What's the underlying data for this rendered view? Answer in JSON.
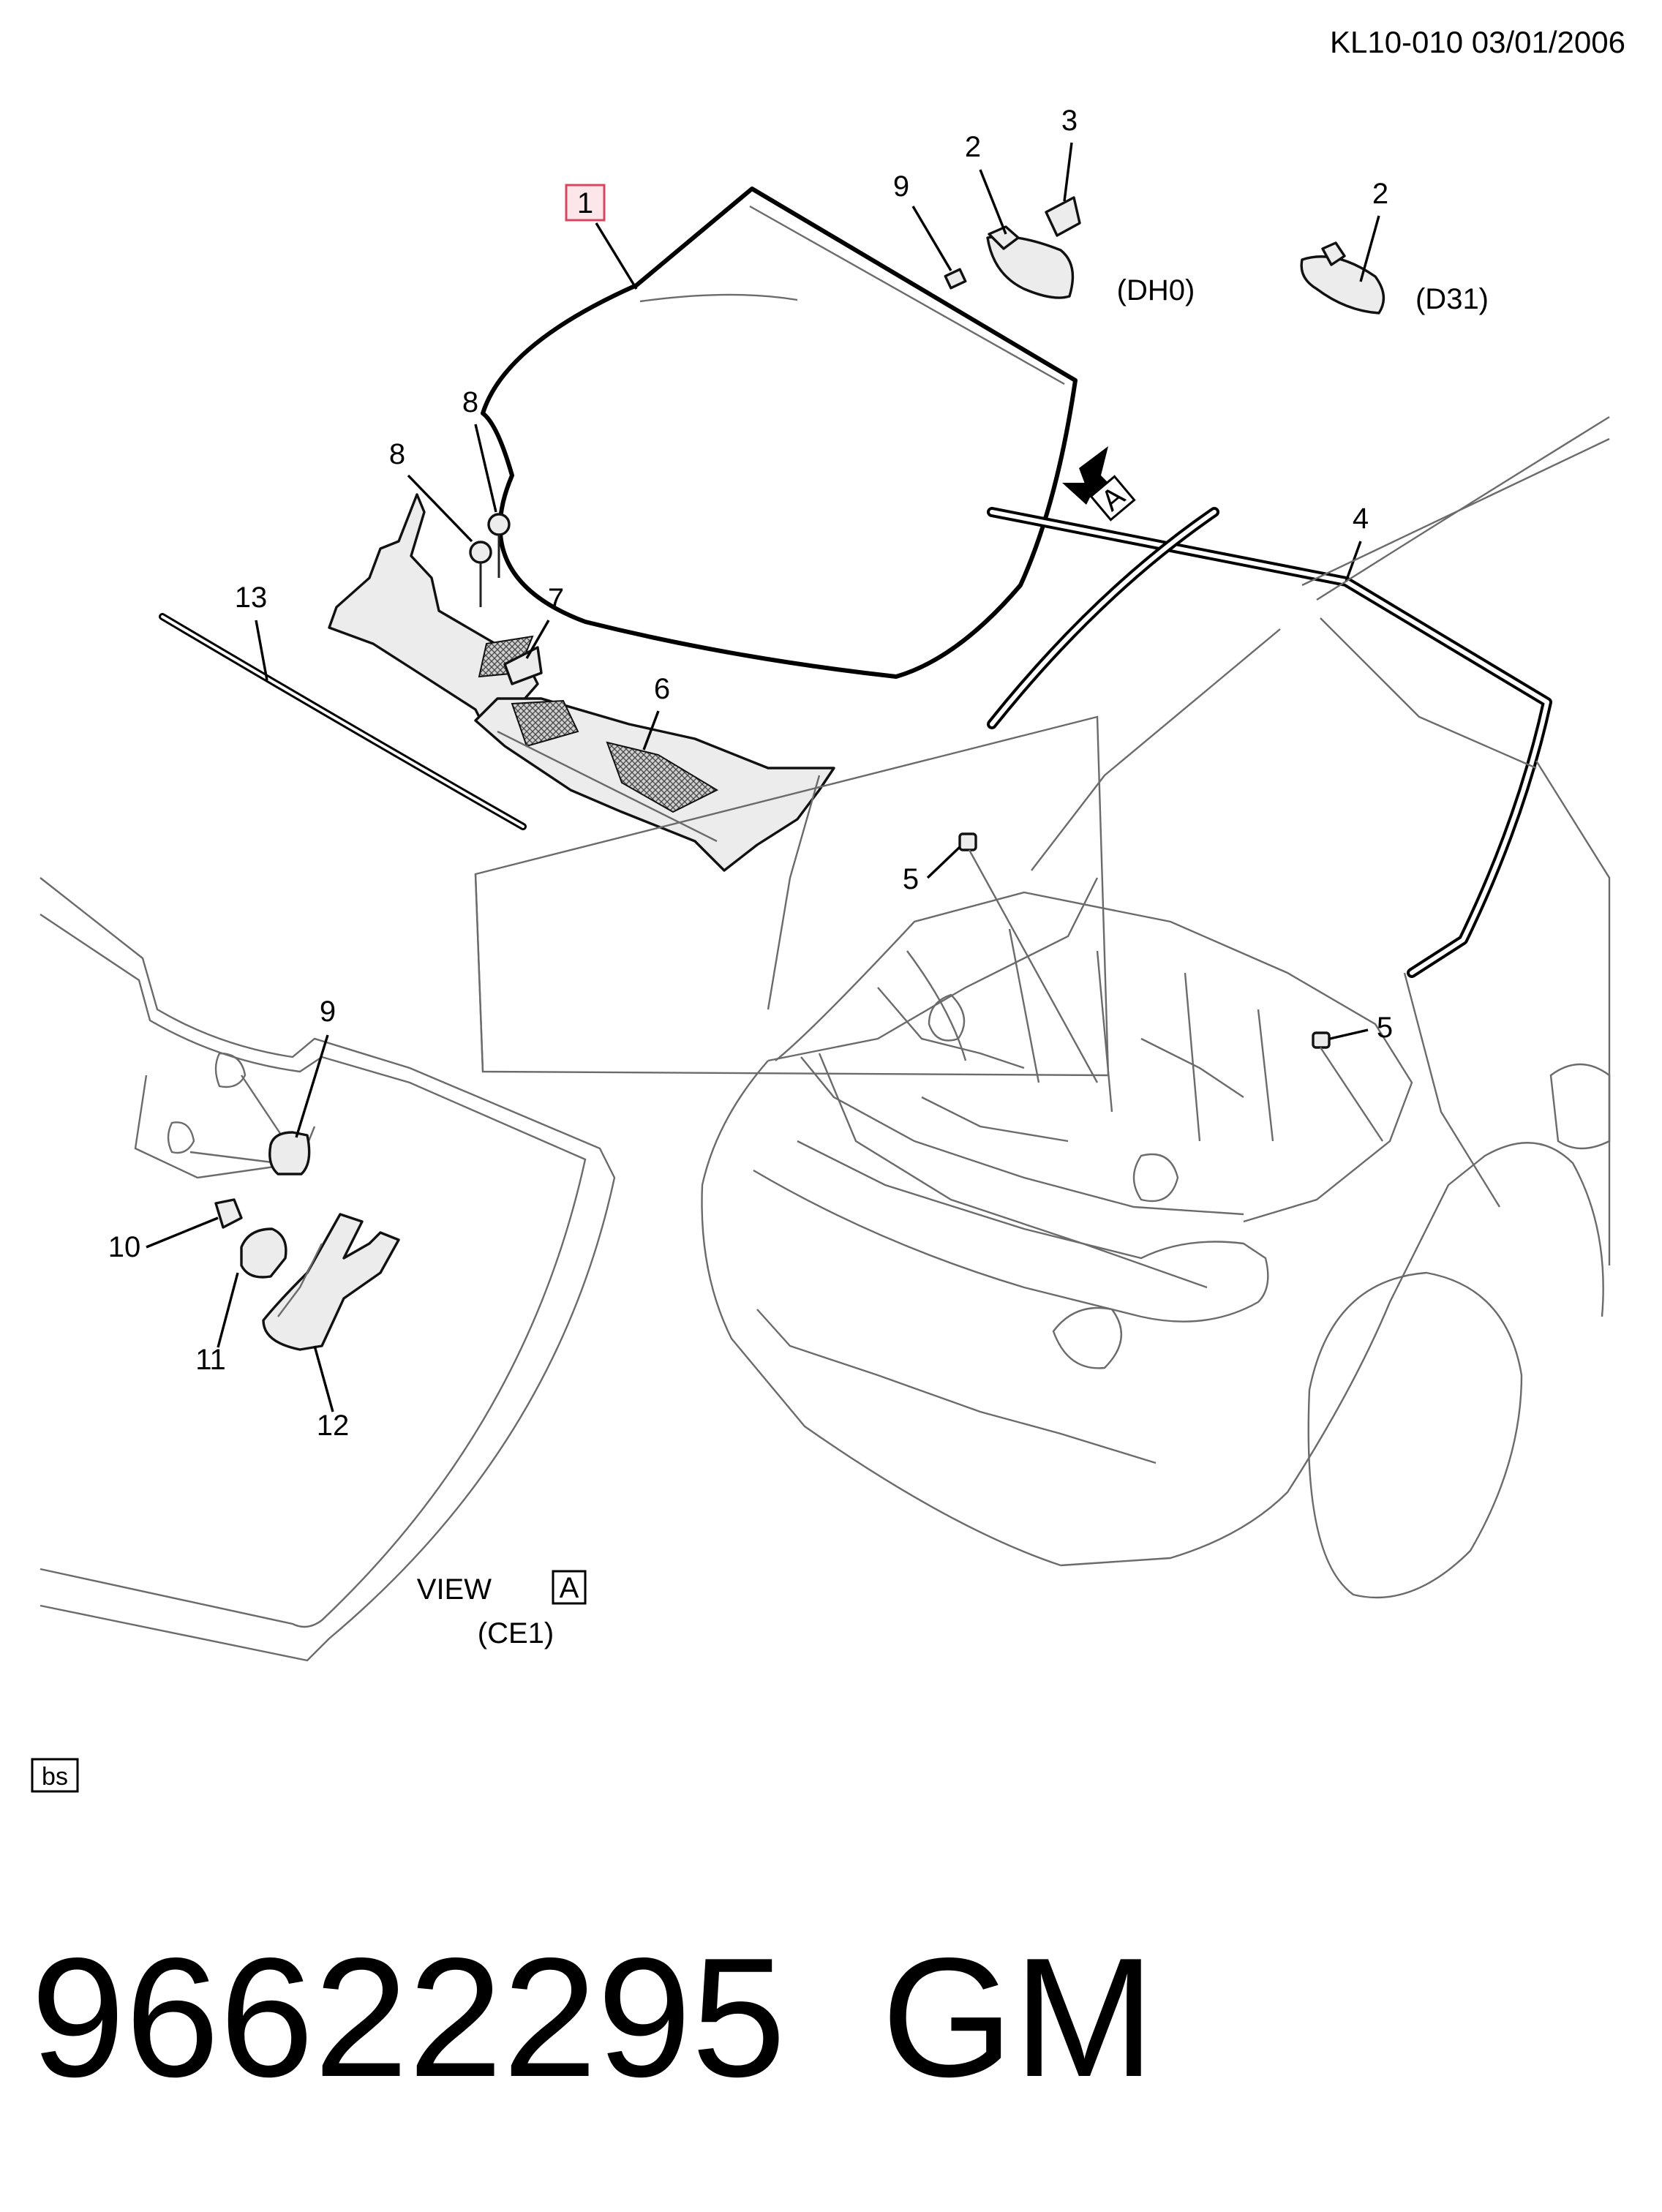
{
  "header": {
    "ref": "KL10-010  03/01/2006"
  },
  "callouts": {
    "c1": "1",
    "c2a": "2",
    "c2b": "2",
    "c3": "3",
    "c4": "4",
    "c5a": "5",
    "c5b": "5",
    "c6": "6",
    "c7": "7",
    "c8a": "8",
    "c8b": "8",
    "c9a": "9",
    "c9b": "9",
    "c10": "10",
    "c11": "11",
    "c12": "12",
    "c13": "13"
  },
  "options": {
    "dh0": "(DH0)",
    "d31": "(D31)",
    "ce1": "(CE1)"
  },
  "view": {
    "word": "VIEW",
    "letter": "A",
    "arrow_letter": "A"
  },
  "stamp": "bs",
  "footer": {
    "part_number": "96622295",
    "brand": "GM"
  },
  "colors": {
    "highlight_fill": "#fde6ea",
    "highlight_stroke": "#d9455f",
    "line": "#000000"
  }
}
